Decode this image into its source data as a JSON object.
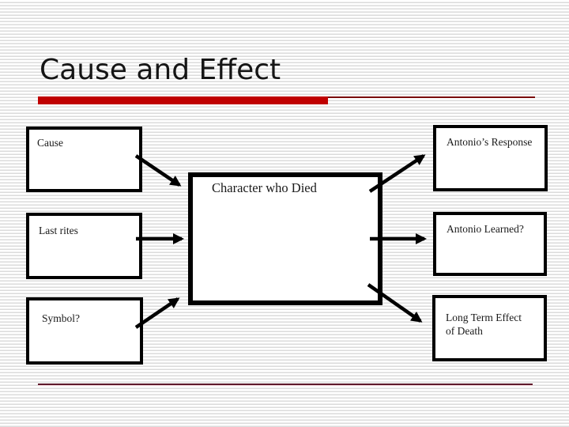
{
  "slide": {
    "title": "Cause and Effect"
  },
  "colors": {
    "title_text": "#151515",
    "accent_red_bar": "#c00000",
    "thin_underline_red": "#7a0c0c",
    "footer_line_dark": "#5e1a2b",
    "footer_line_pink": "#f2d4d8",
    "box_border": "#000000",
    "box_fill": "#ffffff",
    "background_stripe": "#dbdbdb"
  },
  "diagram": {
    "center": {
      "label": "Character who Died"
    },
    "causes": [
      {
        "label": "Cause"
      },
      {
        "label": "Last rites"
      },
      {
        "label": "Symbol?"
      }
    ],
    "effects": [
      {
        "label": "Antonio’s Response"
      },
      {
        "label": "Antonio Learned?"
      },
      {
        "label": "Long Term Effect of Death"
      }
    ]
  }
}
